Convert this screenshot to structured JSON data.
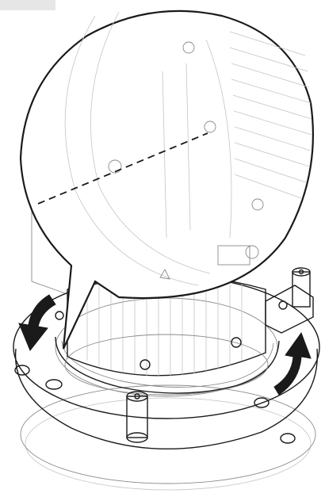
{
  "illustration": {
    "subject": "rotation-mount-assembly",
    "colors": {
      "line": "#1a1a1a",
      "light_line": "#8a8a8a",
      "faint_line": "#c4c4c4",
      "fill": "#ffffff",
      "corner_tab": "#e6e6e6",
      "arrow_fill": "#1a1a1a",
      "callout_stroke": "#1a1a1a"
    },
    "icons": {
      "rotate_left": "curved-arrow-counterclockwise-icon",
      "rotate_right": "curved-arrow-clockwise-icon"
    },
    "callout": {
      "shows": "alignment-dashed-line",
      "dash_style": "dashed"
    }
  }
}
